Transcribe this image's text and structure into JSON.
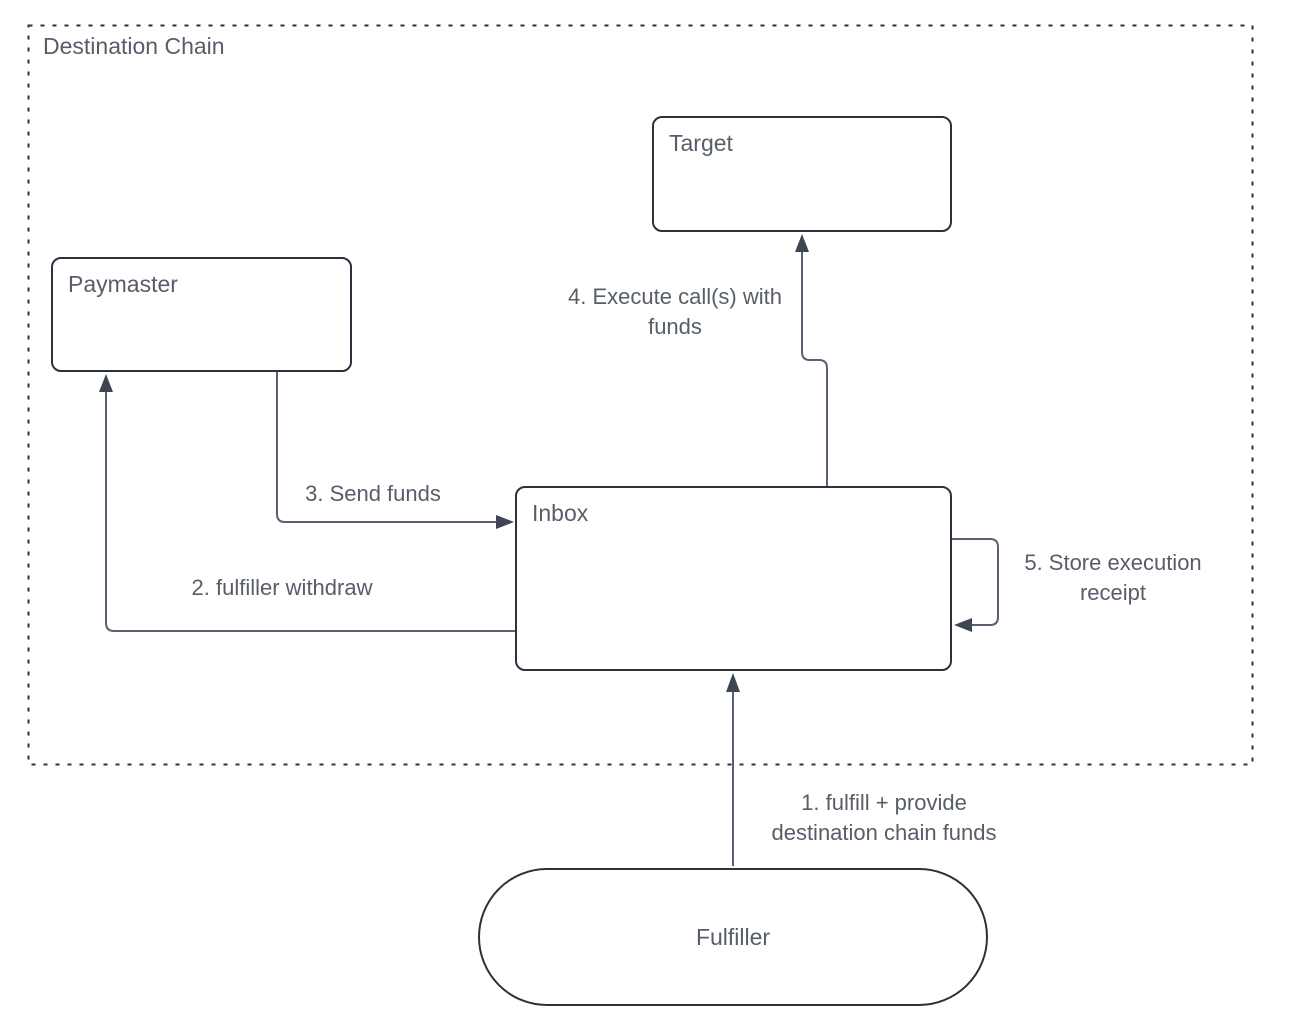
{
  "diagram": {
    "container_title": "Destination Chain",
    "nodes": [
      {
        "id": "paymaster",
        "label": "Paymaster",
        "shape": "rectangle"
      },
      {
        "id": "target",
        "label": "Target",
        "shape": "rectangle"
      },
      {
        "id": "inbox",
        "label": "Inbox",
        "shape": "rectangle"
      },
      {
        "id": "fulfiller",
        "label": "Fulfiller",
        "shape": "pill"
      }
    ],
    "edges": [
      {
        "id": "1",
        "from": "fulfiller",
        "to": "inbox",
        "label_lines": [
          "1. fulfill + provide",
          "destination chain funds"
        ]
      },
      {
        "id": "2",
        "from": "inbox",
        "to": "paymaster",
        "label_lines": [
          "2. fulfiller withdraw"
        ]
      },
      {
        "id": "3",
        "from": "paymaster",
        "to": "inbox",
        "label_lines": [
          "3. Send funds"
        ]
      },
      {
        "id": "4",
        "from": "inbox",
        "to": "target",
        "label_lines": [
          "4. Execute call(s) with",
          "funds"
        ]
      },
      {
        "id": "5",
        "from": "inbox",
        "to": "inbox",
        "label_lines": [
          "5. Store execution",
          "receipt"
        ]
      }
    ],
    "colors": {
      "node_border": "#2c323d",
      "dashed_border": "#2c323d",
      "connector": "#596070",
      "arrowhead": "#3f4653",
      "text": "#575e69",
      "background": "#ffffff"
    }
  }
}
